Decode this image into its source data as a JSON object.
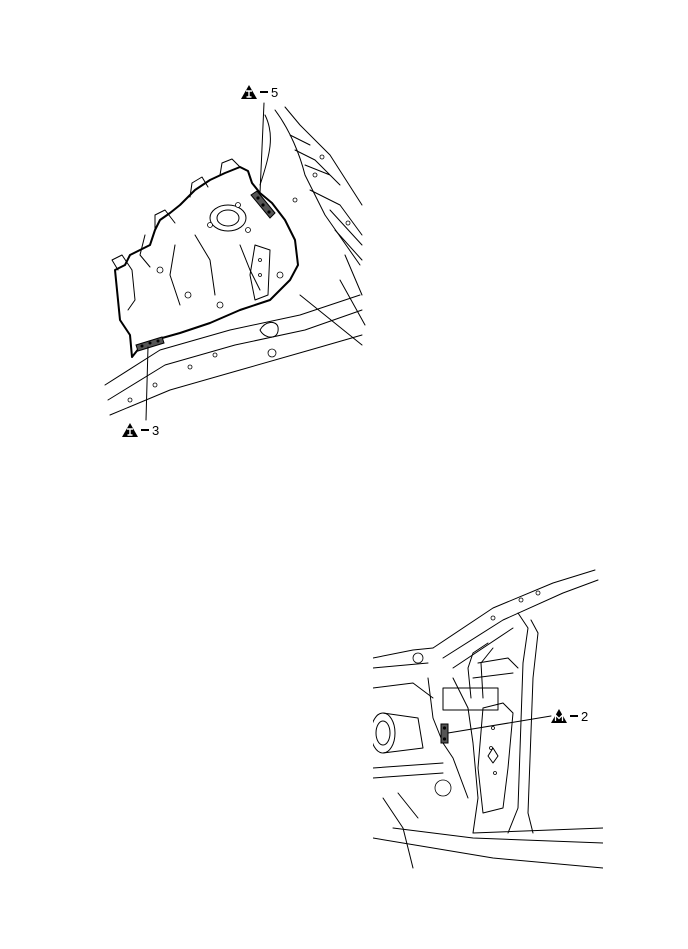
{
  "figures": [
    {
      "id": "upper",
      "description": "Front apron / wheelhouse panel assembly (line drawing)",
      "callouts": [
        {
          "symbol": "T",
          "symbol_name": "weld-symbol-T",
          "number": "5"
        },
        {
          "symbol": "T",
          "symbol_name": "weld-symbol-T",
          "number": "3"
        }
      ]
    },
    {
      "id": "lower",
      "description": "Front pillar / cowl side area (line drawing)",
      "callouts": [
        {
          "symbol": "M",
          "symbol_name": "weld-symbol-M",
          "number": "2"
        }
      ]
    }
  ],
  "colors": {
    "line": "#000000",
    "weld_area": "#555555",
    "background": "#ffffff"
  }
}
